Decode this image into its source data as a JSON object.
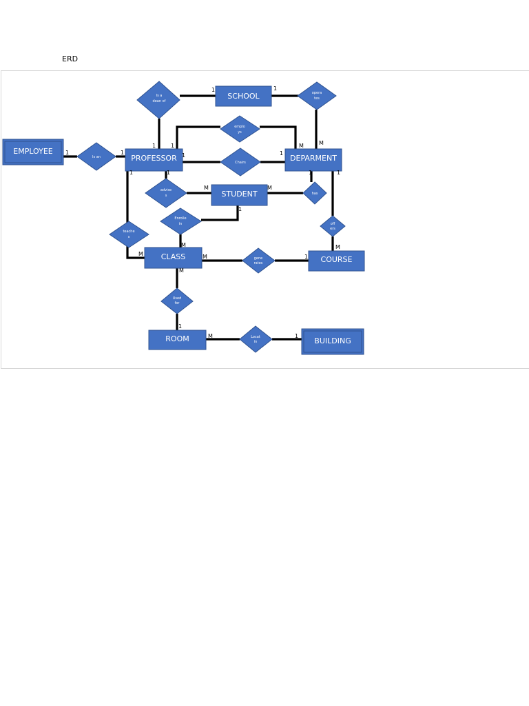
{
  "page": {
    "title": "ERD"
  },
  "entities": {
    "school": "SCHOOL",
    "employee": "EMPLOYEE",
    "professor": "PROFESSOR",
    "department": "DEPARMENT",
    "student": "STUDENT",
    "class": "CLASS",
    "course": "COURSE",
    "room": "ROOM",
    "building": "BUILDING"
  },
  "relationships": {
    "is_a_dean_of": [
      "Is a",
      "dean of"
    ],
    "operates": [
      "opera",
      "tes"
    ],
    "employs": [
      "emplo",
      "ys"
    ],
    "is_an": [
      "Is an"
    ],
    "chairs": [
      "Chairs"
    ],
    "advises": [
      "advise",
      "s"
    ],
    "has": [
      "has"
    ],
    "enrolls_in": [
      "Enrolle",
      "in"
    ],
    "teaches": [
      "teache",
      "s"
    ],
    "offers": [
      "off",
      "ers"
    ],
    "generates": [
      "gene",
      "rates"
    ],
    "used_for": [
      "Used",
      "for"
    ],
    "located_in": [
      "Locat",
      "in"
    ]
  },
  "cardinality": {
    "school_dean": "1",
    "school_operates": "1",
    "employee_isan": "1",
    "professor_isan": "1",
    "professor_dean": "1",
    "professor_employs": "1",
    "professor_chairs": "1",
    "professor_teaches": "1",
    "professor_advises": "1",
    "department_employs": "M",
    "department_operates": "M",
    "department_chairs": "1",
    "department_has": "1",
    "department_offers": "1",
    "student_advises": "M",
    "student_has": "M",
    "student_enrolls": "1",
    "class_teaches": "M",
    "class_enrolls": "M",
    "class_generates": "M",
    "class_usedfor": "M",
    "course_offers": "M",
    "course_generates": "1",
    "room_usedfor": "1",
    "room_located": "M",
    "building_located": "1"
  }
}
